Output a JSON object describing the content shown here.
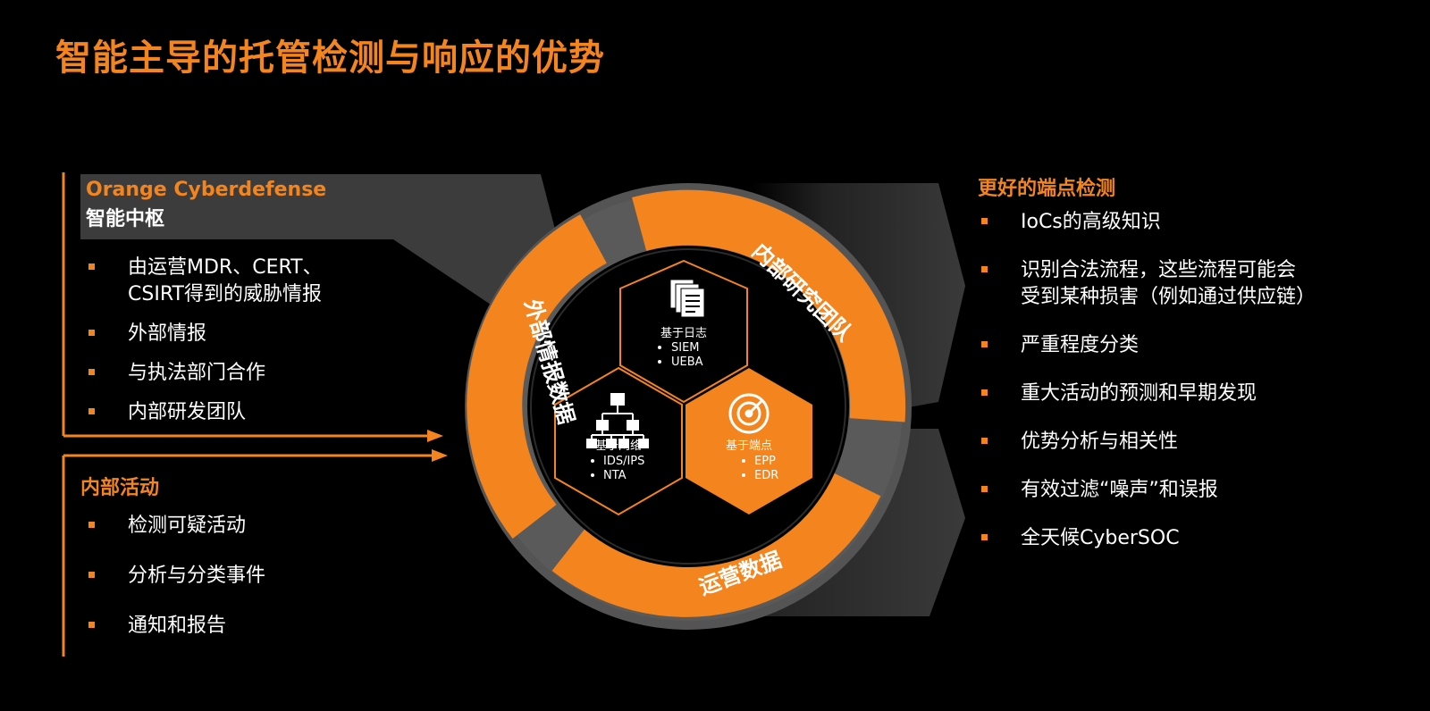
{
  "title": "智能主导的托管检测与响应的优势",
  "left_top": {
    "brand": "Orange Cyberdefense",
    "subtitle": "智能中枢",
    "items": [
      "由运营MDR、CERT、",
      "CSIRT得到的威胁情报",
      "外部情报",
      "与执法部门合作",
      "内部研发团队"
    ]
  },
  "left_bottom": {
    "title": "内部活动",
    "items": [
      "检测可疑活动",
      "分析与分类事件",
      "通知和报告"
    ]
  },
  "right": {
    "title": "更好的端点检测",
    "items": [
      "IoCs的高级知识",
      "识别合法流程，这些流程可能会",
      "受到某种损害（例如通过供应链）",
      "严重程度分类",
      "重大活动的预测和早期发现",
      "优势分析与相关性",
      "有效过滤“噪声”和误报",
      "全天候CyberSOC"
    ]
  },
  "ring": {
    "segment_left": "外部情报数据",
    "segment_top": "内部研究团队",
    "segment_bottom": "运营数据"
  },
  "hexagons": {
    "logs": {
      "title": "基于日志",
      "items": [
        "SIEM",
        "UEBA"
      ],
      "icon": "documents-icon"
    },
    "network": {
      "title": "基于网络",
      "items": [
        "IDS/IPS",
        "NTA"
      ],
      "icon": "network-hierarchy-icon"
    },
    "endpoint": {
      "title": "基于端点",
      "items": [
        "EPP",
        "EDR"
      ],
      "icon": "radar-icon"
    }
  },
  "colors": {
    "accent": "#f3841e",
    "background": "#000000",
    "band": "#3c3c3c",
    "ring_gap": "#5a5a5a"
  }
}
